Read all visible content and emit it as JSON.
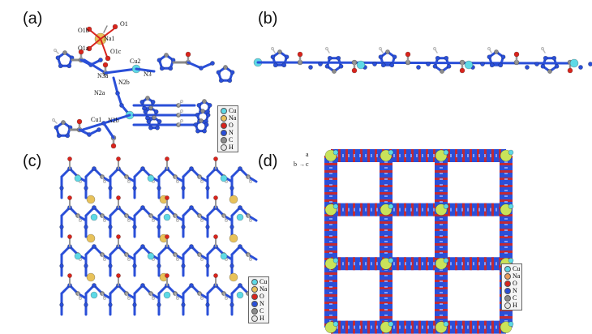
{
  "panels": [
    {
      "id": "a",
      "label": "(a)"
    },
    {
      "id": "b",
      "label": "(b)"
    },
    {
      "id": "c",
      "label": "(c)"
    },
    {
      "id": "d",
      "label": "(d)"
    }
  ],
  "atom_labels": [
    "O1b",
    "O1",
    "Na1",
    "O1a",
    "O1c",
    "Cu2",
    "N3",
    "N3a",
    "N2a",
    "N2b",
    "Cu1",
    "N2b"
  ],
  "legend": [
    {
      "symbol": "Cu",
      "color": "#5ed9e6"
    },
    {
      "symbol": "Na",
      "color": "#e8c25a"
    },
    {
      "symbol": "O",
      "color": "#d9241c"
    },
    {
      "symbol": "N",
      "color": "#2a4fd8"
    },
    {
      "symbol": "C",
      "color": "#8c8c8c"
    },
    {
      "symbol": "H",
      "color": "#e6e6e6"
    }
  ],
  "legend_d": [
    {
      "symbol": "Cu",
      "color": "#5ed9e6"
    },
    {
      "symbol": "Na",
      "color": "#e89a5a"
    },
    {
      "symbol": "O",
      "color": "#d9241c"
    },
    {
      "symbol": "N",
      "color": "#2a4fd8"
    },
    {
      "symbol": "C",
      "color": "#8c8c8c"
    },
    {
      "symbol": "H",
      "color": "#e6e6e6"
    }
  ],
  "axes_d": {
    "a": "a",
    "b": "b",
    "c": "c"
  },
  "colors": {
    "Cu": "#5ed9e6",
    "Na": "#e8c25a",
    "O": "#d9241c",
    "N": "#2a4fd8",
    "C": "#8c8c8c",
    "H": "#e6e6e6",
    "bond_N": "#2a4fd8"
  }
}
